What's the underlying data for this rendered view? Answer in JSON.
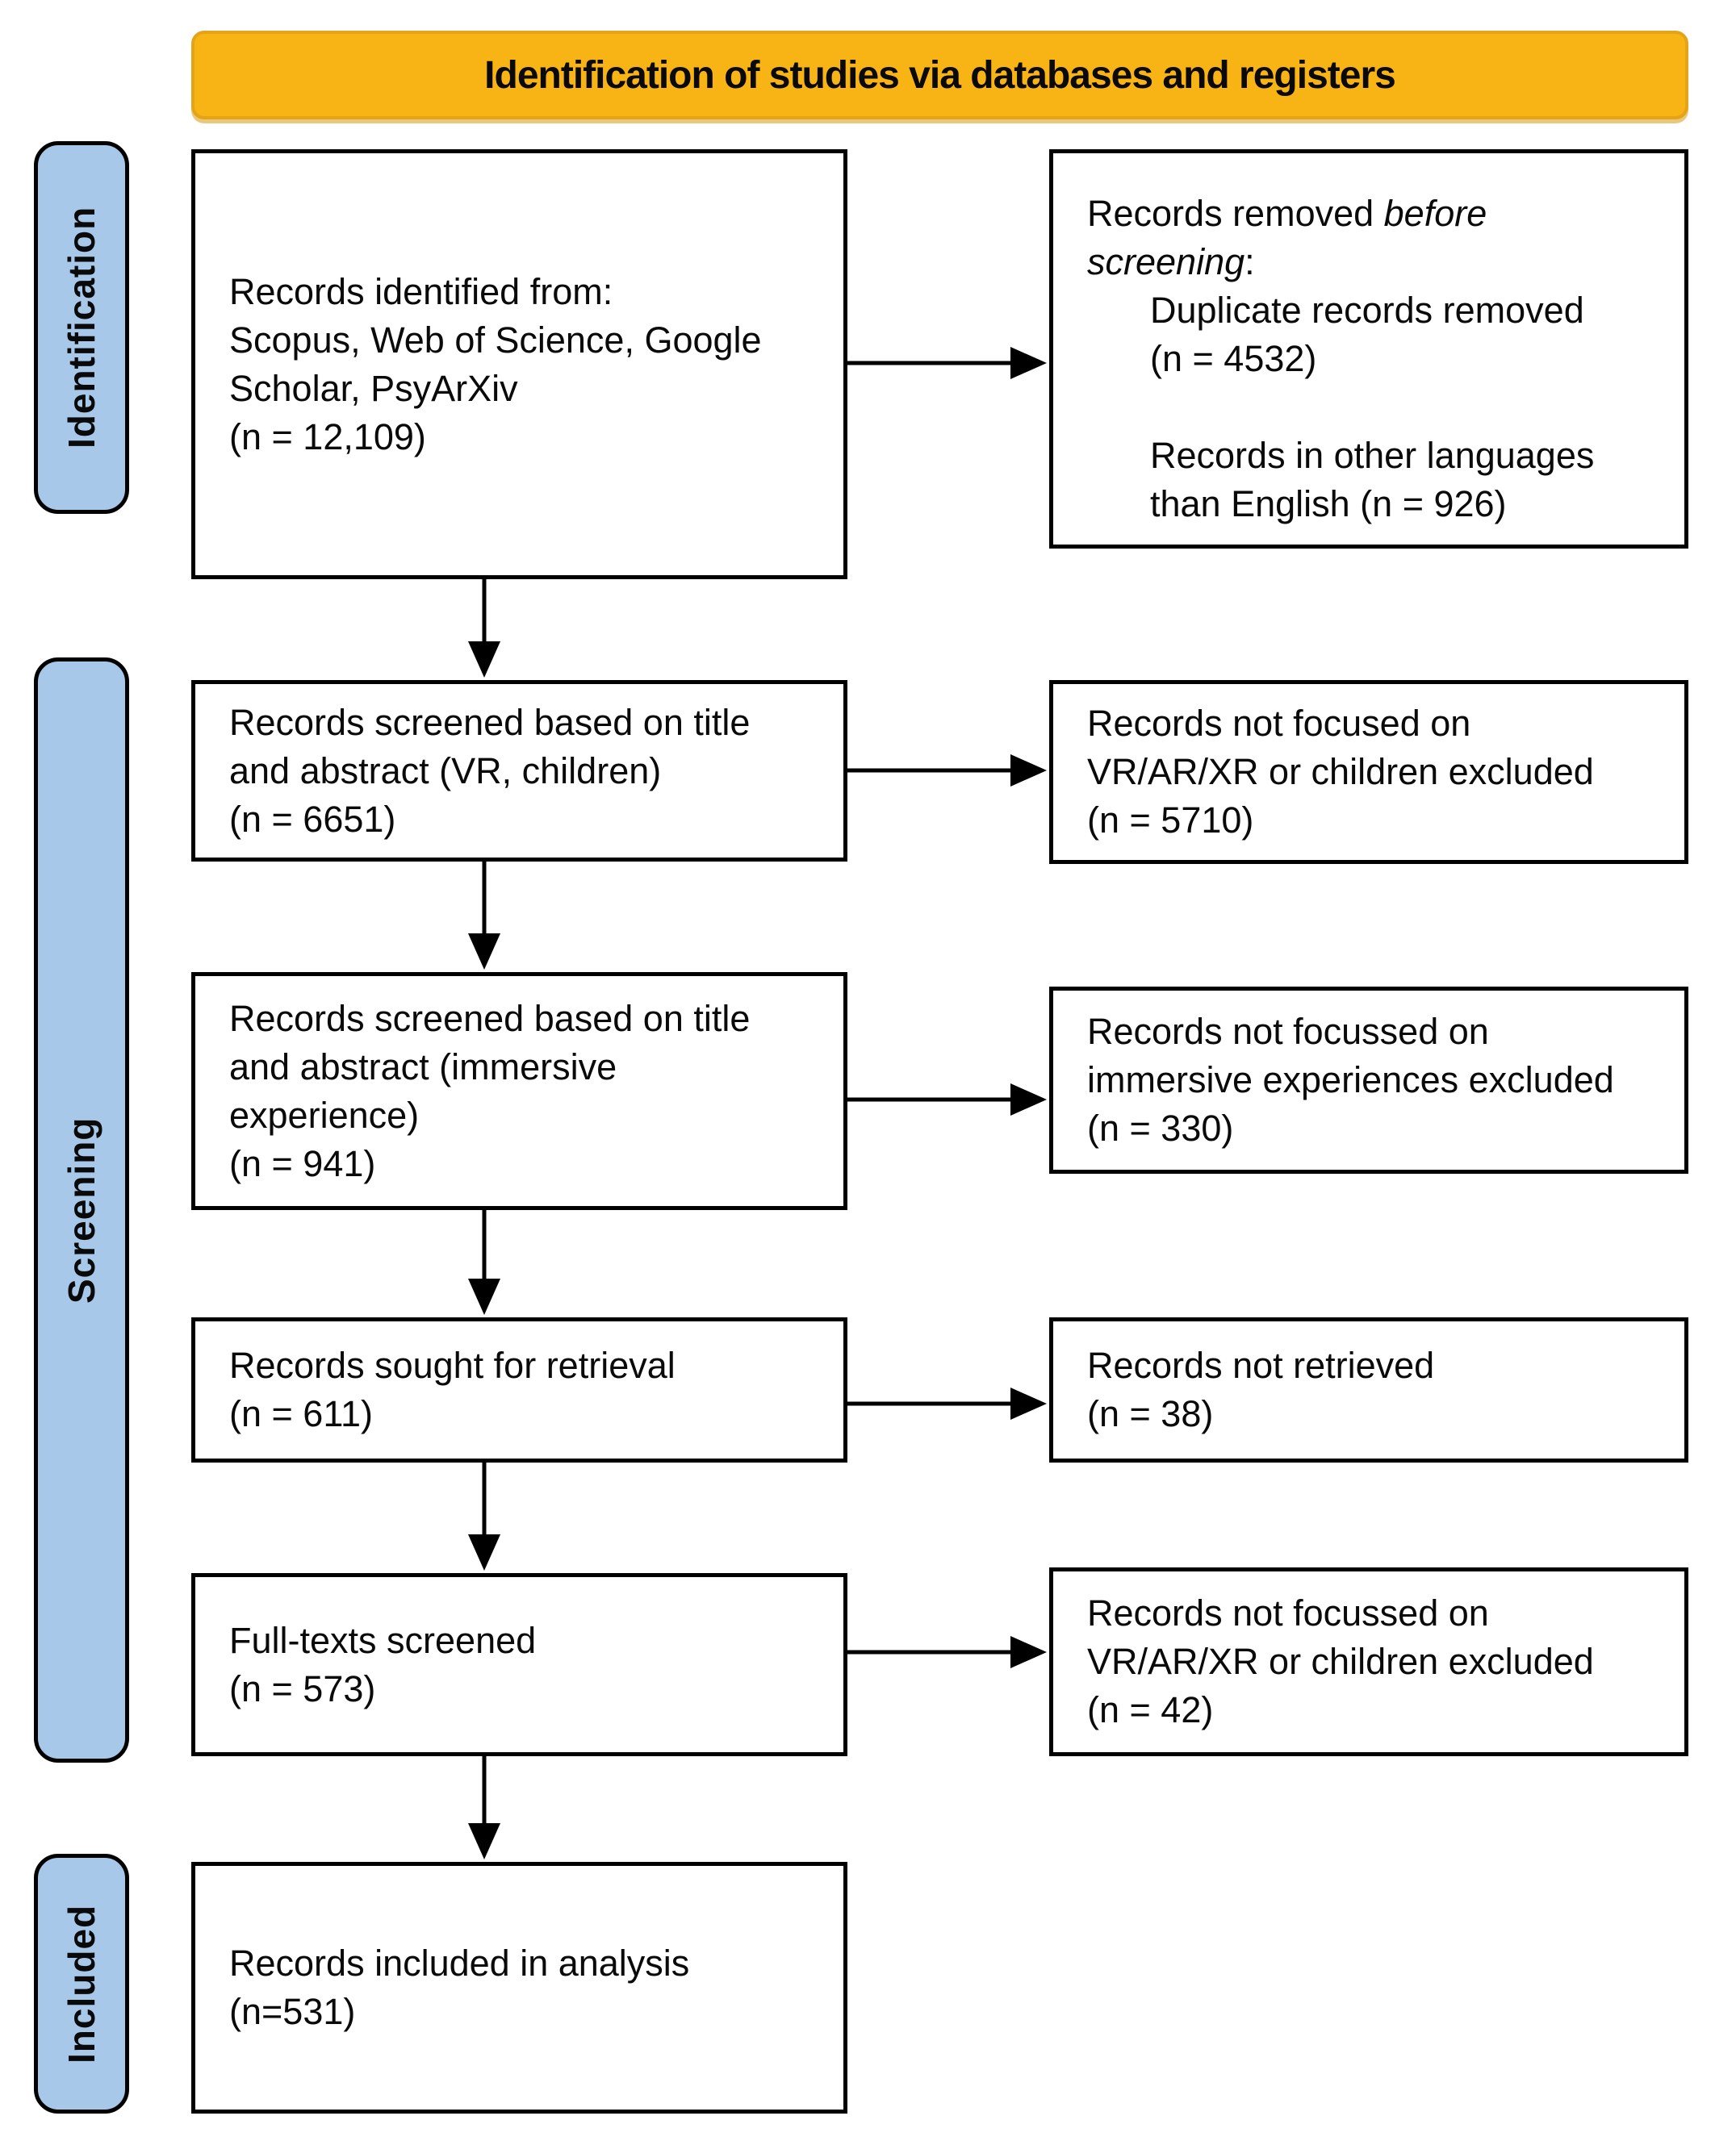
{
  "banner": {
    "title": "Identification of studies via databases and registers"
  },
  "colors": {
    "banner_fill": "#F8B414",
    "banner_border": "#E3A418",
    "stage_fill": "#A8C8E9"
  },
  "stages": {
    "identification": "Identification",
    "screening": "Screening",
    "included": "Included"
  },
  "boxes": {
    "identified": "Records identified from:\nScopus, Web of Science, Google\nScholar, PsyArXiv\n(n = 12,109)",
    "removed_intro_prefix": "Records removed ",
    "removed_intro_italic": "before\nscreening",
    "removed_intro_suffix": ":",
    "removed_items": {
      "duplicates": "Duplicate records removed\n(n = 4532)",
      "languages": "Records in other languages\nthan English (n = 926)"
    },
    "screened_vr_children": "Records screened based on title\nand abstract (VR, children)\n(n = 6651)",
    "excluded_not_vr": "Records not focused on\nVR/AR/XR or children excluded\n(n = 5710)",
    "screened_immersive": "Records screened based on title\nand abstract (immersive\nexperience)\n(n = 941)",
    "excluded_not_immersive": "Records not focussed on\nimmersive experiences excluded\n(n = 330)",
    "sought_retrieval": "Records sought for retrieval\n(n = 611)",
    "not_retrieved": "Records not retrieved\n(n = 38)",
    "fulltexts_screened": "Full-texts screened\n(n = 573)",
    "excluded_fulltexts": "Records not focussed on\nVR/AR/XR or children excluded\n(n = 42)",
    "included_analysis": "Records included in analysis\n(n=531)"
  }
}
